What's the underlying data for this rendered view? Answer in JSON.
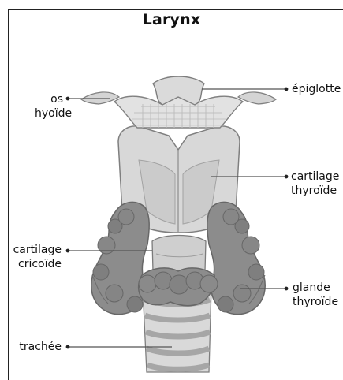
{
  "diagram": {
    "title": "Larynx",
    "labels": {
      "os_hyoide": [
        "os",
        "hyoïde"
      ],
      "epiglotte": "épiglotte",
      "cartilage_thyroide": [
        "cartilage",
        "thyroïde"
      ],
      "cartilage_cricoide": [
        "cartilage",
        "cricoïde"
      ],
      "glande_thyroide": [
        "glande",
        "thyroïde"
      ],
      "trachee": "trachée"
    },
    "colors": {
      "structure_light": "#dcdcdc",
      "structure_mid": "#c8c8c8",
      "gland_fill": "#8a8a8a",
      "gland_shadow": "#6f6f6f",
      "leader_line": "#555555"
    }
  }
}
